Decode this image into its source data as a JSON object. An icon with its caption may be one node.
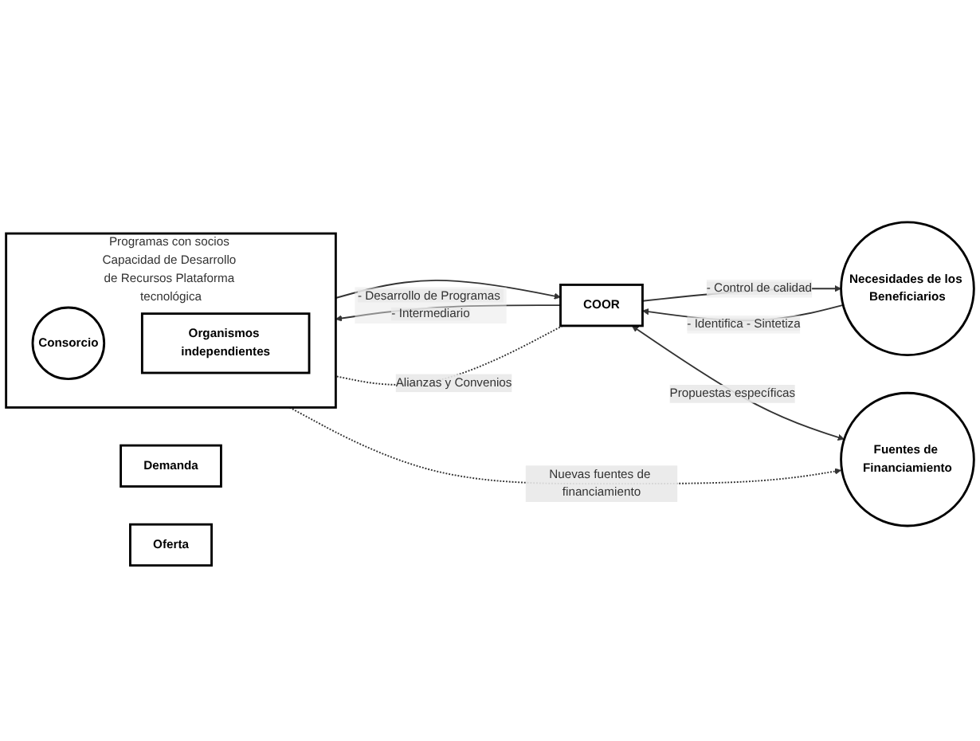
{
  "diagram": {
    "nodes": [
      {
        "text": [
          "Demanda"
        ]
      },
      {
        "text": [
          "Oferta"
        ]
      },
      {
        "text": [
          "Necesidades de los Beneficiarios"
        ]
      },
      {
        "text": [
          "COOR"
        ]
      },
      {
        "text": [
          "Programas con socios Capacidad de Desarrollo de Recursos Plataforma tecnológica"
        ]
      },
      {
        "text": [
          "Consorcio"
        ],
        "in": 4
      },
      {
        "text": [
          "Organismos independientes"
        ],
        "in": 4
      },
      {
        "text": [
          "Fuentes de Financiamiento"
        ]
      }
    ],
    "edges": [
      {
        "from": 2,
        "to": 3,
        "arrow": "to",
        "label": "- Identifica - Sintetiza"
      },
      {
        "from": 3,
        "to": 2,
        "arrow": "to",
        "label": "- Control de calidad"
      },
      {
        "from": 3,
        "to": 4,
        "arrow": "to",
        "label": "- Desarrollo de Programas - Intermediario"
      },
      {
        "from": 4,
        "to": 3,
        "arrow": "to"
      },
      {
        "from": 3,
        "to": 4,
        "arrow": "none",
        "style": "dashed",
        "label": "Alianzas y Convenios"
      },
      {
        "from": 3,
        "to": 7,
        "arrow": "both",
        "label": "Propuestas específicas"
      },
      {
        "from": 4,
        "to": 7,
        "arrow": "to",
        "style": "dashed",
        "label": "Nuevas fuentes de financiamiento"
      }
    ]
  }
}
